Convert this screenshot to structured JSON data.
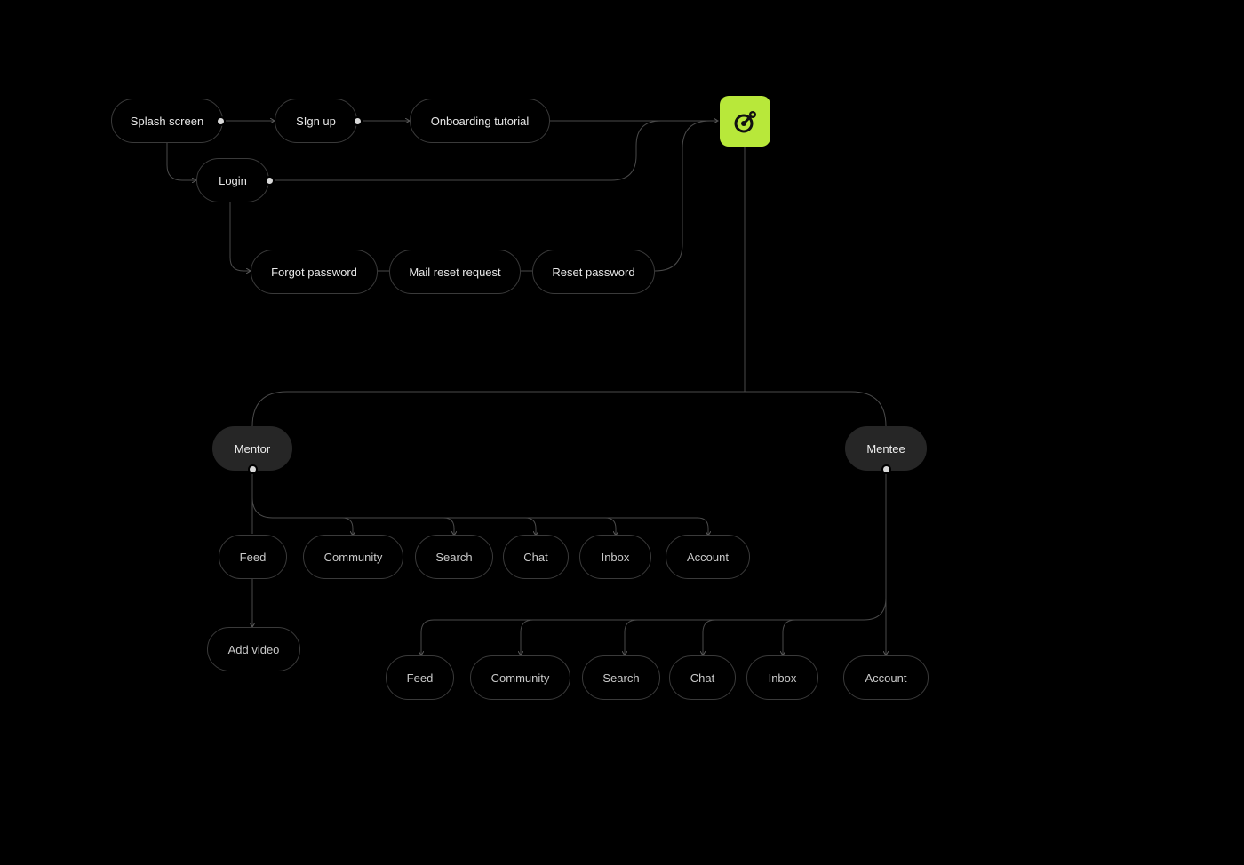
{
  "colors": {
    "background": "#000000",
    "accent": "#b8e83a",
    "line": "#4a4a4a",
    "node_border": "#3a3a3a",
    "role_fill": "#262626"
  },
  "auth": {
    "splash": "Splash screen",
    "signup": "SIgn up",
    "onboarding": "Onboarding tutorial",
    "login": "Login",
    "forgot": "Forgot password",
    "mail_reset": "Mail reset request",
    "reset": "Reset password"
  },
  "app_icon": "app-logo-icon",
  "roles": {
    "mentor": "Mentor",
    "mentee": "Mentee"
  },
  "mentor_screens": [
    "Feed",
    "Community",
    "Search",
    "Chat",
    "Inbox",
    "Account"
  ],
  "mentor_sub": {
    "add_video": "Add video"
  },
  "mentee_screens": [
    "Feed",
    "Community",
    "Search",
    "Chat",
    "Inbox",
    "Account"
  ]
}
